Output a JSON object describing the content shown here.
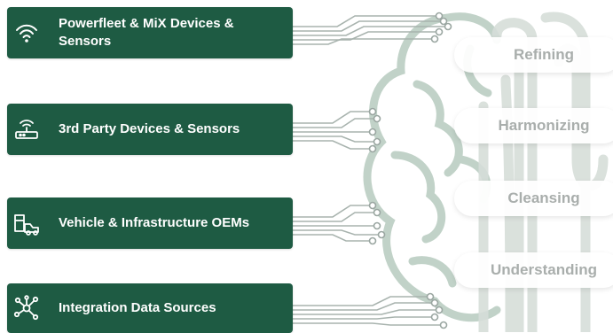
{
  "sources": [
    {
      "name": "Powerfleet & MiX Devices & Sensors",
      "icon": "wifi-icon"
    },
    {
      "name": "3rd Party Devices & Sensors",
      "icon": "router-icon"
    },
    {
      "name": "Vehicle & Infrastructure OEMs",
      "icon": "vehicle-infrastructure-icon"
    },
    {
      "name": "Integration Data Sources",
      "icon": "network-nodes-icon"
    }
  ],
  "stages": [
    "Refining",
    "Harmonizing",
    "Cleansing",
    "Understanding"
  ],
  "colors": {
    "box_green": "#1e5b43",
    "circuit_line": "#a8b3ae",
    "brain_green": "#b7cbbf",
    "pill_text": "#a9aeac"
  }
}
